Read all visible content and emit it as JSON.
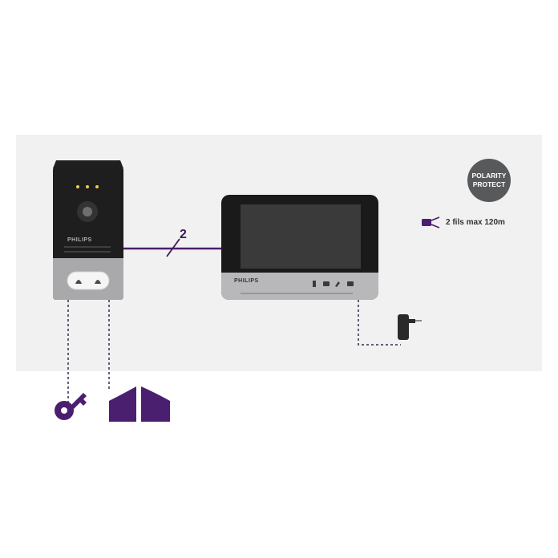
{
  "badge": {
    "line1": "POLARITY",
    "line2": "PROTECT"
  },
  "legend": {
    "label": "2 fils max 120m"
  },
  "wiring": {
    "count": "2"
  },
  "outdoor_unit": {
    "brand": "PHILIPS"
  },
  "indoor_monitor": {
    "brand": "PHILIPS"
  },
  "colors": {
    "accent": "#4b1f6f",
    "panel": "#f1f1f1",
    "badge": "#58595b",
    "dashed_wire": "#2f2f4f"
  },
  "icons": [
    "key-icon",
    "gate-icon",
    "power-adapter-icon",
    "polarity-badge"
  ]
}
